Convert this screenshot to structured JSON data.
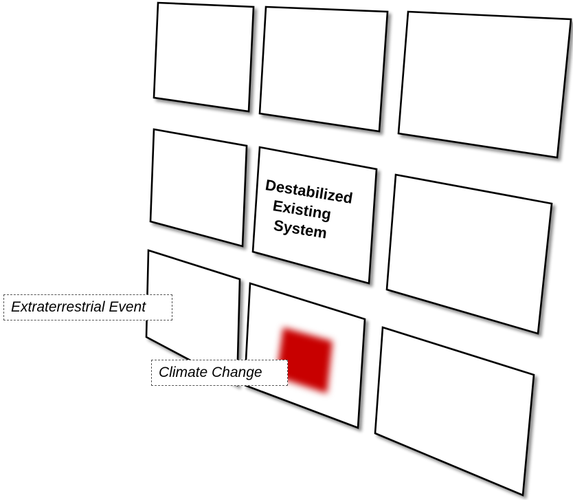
{
  "diagram": {
    "center_label_lines": [
      "Destabilized",
      "Existing",
      "System"
    ],
    "callouts": {
      "extraterrestrial": "Extraterrestrial Event",
      "climate": "Climate Change"
    },
    "colors": {
      "panel_fill": "#ffffff",
      "panel_stroke": "#000000",
      "highlight": "#c80000",
      "shadow": "#888888"
    }
  }
}
